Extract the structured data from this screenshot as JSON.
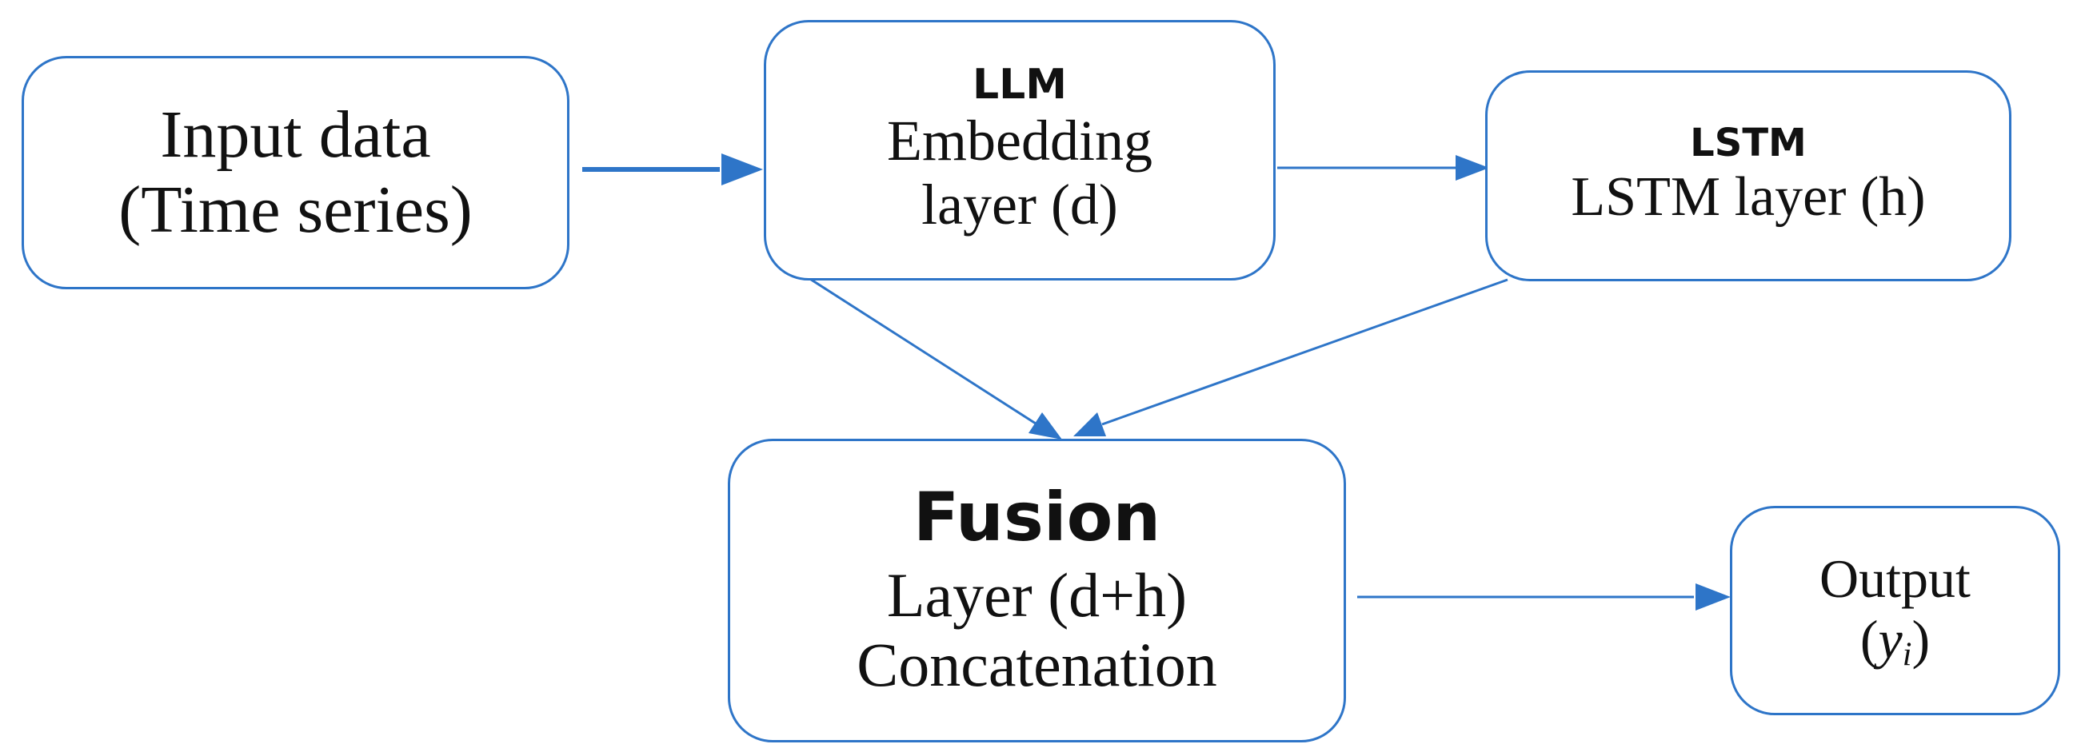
{
  "diagram": {
    "nodes": {
      "input": {
        "line1": "Input data",
        "line2": "(Time series)"
      },
      "llm": {
        "heading": "LLM",
        "line1": "Embedding",
        "line2": "layer (d)"
      },
      "lstm": {
        "heading": "LSTM",
        "line1": "LSTM layer (h)"
      },
      "fusion": {
        "heading": "Fusion",
        "line1": "Layer (d+h)",
        "line2": "Concatenation"
      },
      "output": {
        "line1": "Output",
        "open_paren": "(",
        "var": "y",
        "subscript": "i",
        "close_paren": ")"
      }
    },
    "edges": [
      {
        "from": "input",
        "to": "llm"
      },
      {
        "from": "llm",
        "to": "lstm"
      },
      {
        "from": "llm",
        "to": "fusion"
      },
      {
        "from": "lstm",
        "to": "fusion"
      },
      {
        "from": "fusion",
        "to": "output"
      }
    ],
    "colors": {
      "border": "#2e75c8",
      "arrow": "#2e75c8",
      "text": "#111111",
      "background": "#ffffff"
    }
  }
}
